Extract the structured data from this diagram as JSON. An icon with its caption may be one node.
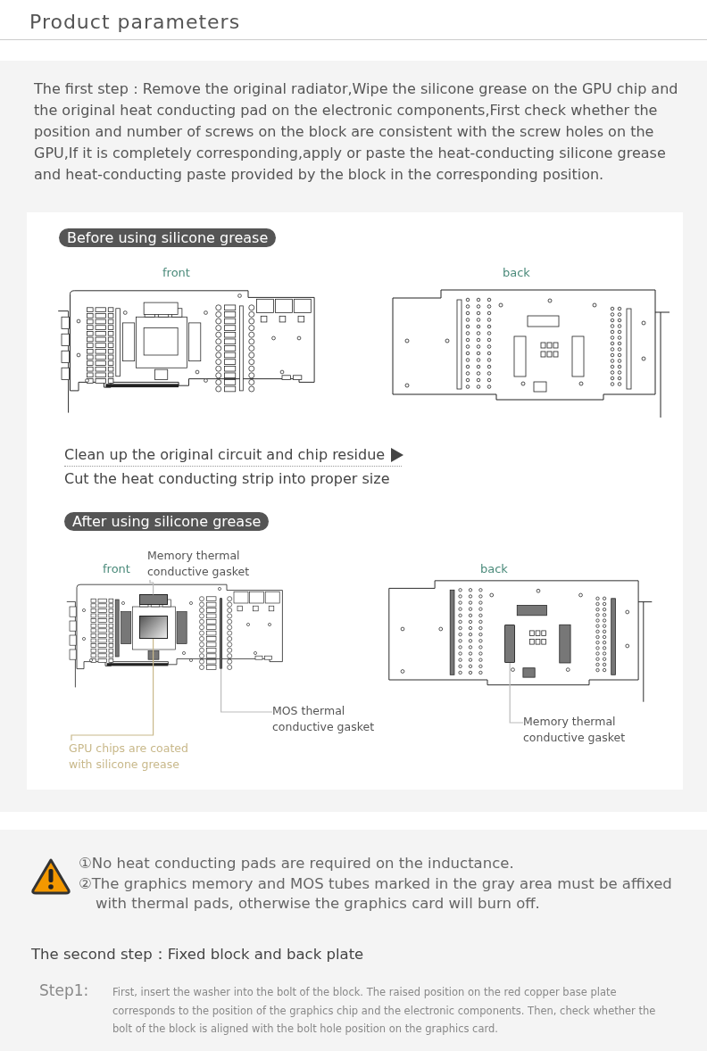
{
  "diagram": {
    "title": "Product parameters",
    "nodes": [
      {
        "text": [
          "Before using silicone grease"
        ]
      },
      {
        "text": [
          "After using silicone grease"
        ]
      },
      {
        "text": [
          "Memory thermal conductive gasket"
        ]
      },
      {
        "text": [],
        "shape": "box"
      },
      {
        "text": [
          "GPU chips are coated with silicone grease"
        ]
      },
      {
        "text": [],
        "shape": "box"
      },
      {
        "text": [
          "MOS thermal conductive gasket"
        ]
      },
      {
        "text": [],
        "shape": "bar"
      },
      {
        "text": [
          "Memory thermal conductive gasket"
        ]
      },
      {
        "text": [],
        "shape": "bar"
      }
    ],
    "edges": [
      {
        "from": 2,
        "to": 3,
        "arrow": "none"
      },
      {
        "from": 4,
        "to": 5,
        "arrow": "none",
        "color": "#c8b88a"
      },
      {
        "from": 6,
        "to": 7,
        "arrow": "none"
      },
      {
        "from": 8,
        "to": 9,
        "arrow": "none"
      }
    ],
    "labels": [
      "The first step：Remove the original radiator,Wipe the silicone grease on the GPU chip and the original heat conducting pad on the electronic components,First check whether the position and number of screws on the block are consistent with the screw holes on the GPU,If it is completely corresponding,apply or paste the heat-conducting silicone grease and heat-conducting paste provided by the block in the corresponding position.",
      "front",
      "back",
      "Clean up the original circuit and chip residue",
      "Cut the heat conducting strip into proper size",
      "front",
      "back",
      "①No heat conducting pads are required on the inductance.",
      "②The graphics memory and MOS tubes marked in the gray area must be affixed with thermal pads, otherwise the graphics card will burn off.",
      "The second step：Fixed block and back plate",
      "Step1:",
      "First, insert the washer into the bolt of the block. The raised position on the red copper base plate corresponds to the position of the graphics chip and the electronic components. Then, check whether the bolt of the block is aligned with the bolt hole position on the graphics card."
    ]
  }
}
